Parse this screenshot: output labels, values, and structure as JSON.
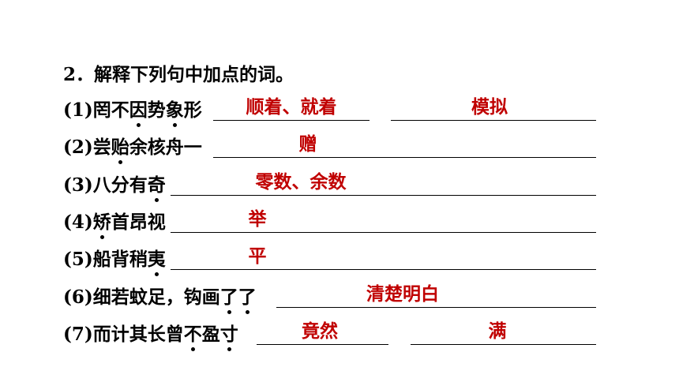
{
  "title": "2．解释下列句中加点的词。",
  "items": [
    {
      "num": "(1)",
      "text": "罔不因势象形",
      "dots": [
        2,
        4
      ],
      "answers": [
        "顺着、就着",
        "模拟"
      ]
    },
    {
      "num": "(2)",
      "text": "尝贻余核舟一",
      "dots": [
        1
      ],
      "answers": [
        "赠"
      ]
    },
    {
      "num": "(3)",
      "text": "八分有奇",
      "dots": [
        3
      ],
      "answers": [
        "零数、余数"
      ]
    },
    {
      "num": "(4)",
      "text": "矫首昂视",
      "dots": [
        0
      ],
      "answers": [
        "举"
      ]
    },
    {
      "num": "(5)",
      "text": "船背稍夷",
      "dots": [
        3
      ],
      "answers": [
        "平"
      ]
    },
    {
      "num": "(6)",
      "text": "细若蚊足，钩画了了",
      "dots": [
        7,
        8
      ],
      "answers": [
        "清楚明白"
      ]
    },
    {
      "num": "(7)",
      "text": "而计其长曾不盈寸",
      "dots": [
        5,
        7
      ],
      "answers": [
        "竟然",
        "满"
      ]
    }
  ]
}
